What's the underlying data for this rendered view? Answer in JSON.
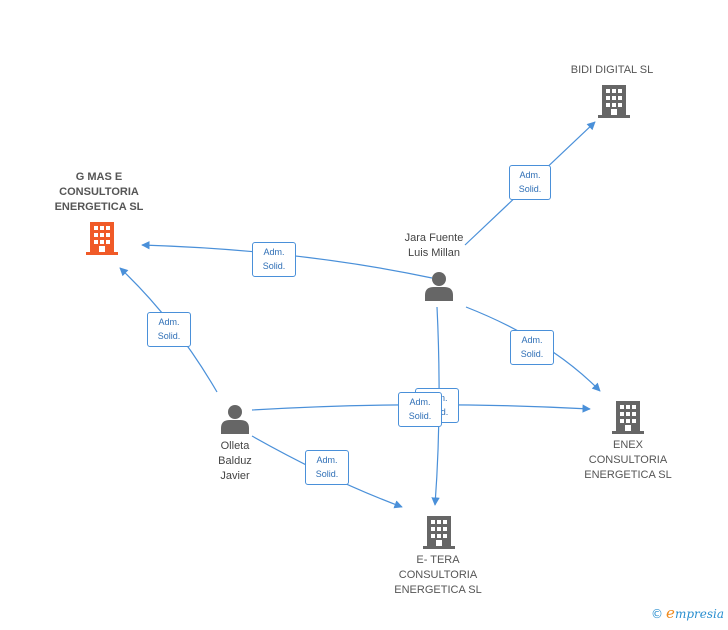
{
  "nodes": {
    "gmas": {
      "label": "G MAS E\nCONSULTORIA\nENERGETICA SL",
      "type": "company",
      "color": "#f05a28"
    },
    "bidi": {
      "label": "BIDI DIGITAL  SL",
      "type": "company",
      "color": "#666666"
    },
    "jara": {
      "label": "Jara Fuente\nLuis Millan",
      "type": "person",
      "color": "#666666"
    },
    "olleta": {
      "label": "Olleta\nBalduz\nJavier",
      "type": "person",
      "color": "#666666"
    },
    "enex": {
      "label": "ENEX\nCONSULTORIA\nENERGETICA SL",
      "type": "company",
      "color": "#666666"
    },
    "etera": {
      "label": "E- TERA\nCONSULTORIA\nENERGETICA SL",
      "type": "company",
      "color": "#666666"
    }
  },
  "edge_label": {
    "line1": "Adm.",
    "line2": "Solid."
  },
  "edges": [
    {
      "from": "jara",
      "to": "bidi",
      "label": "Adm. Solid."
    },
    {
      "from": "jara",
      "to": "gmas",
      "label": "Adm. Solid."
    },
    {
      "from": "jara",
      "to": "enex",
      "label": "Adm. Solid."
    },
    {
      "from": "jara",
      "to": "etera",
      "label": "Adm. Solid."
    },
    {
      "from": "olleta",
      "to": "gmas",
      "label": "Adm. Solid."
    },
    {
      "from": "olleta",
      "to": "enex",
      "label": "Adm. Solid."
    },
    {
      "from": "olleta",
      "to": "etera",
      "label": "Adm. Solid."
    }
  ],
  "colors": {
    "edge": "#4a90d9",
    "highlight": "#f05a28",
    "icon": "#666666"
  },
  "watermark": {
    "copyright": "©",
    "brand_initial": "e",
    "brand_rest": "mpresia"
  }
}
